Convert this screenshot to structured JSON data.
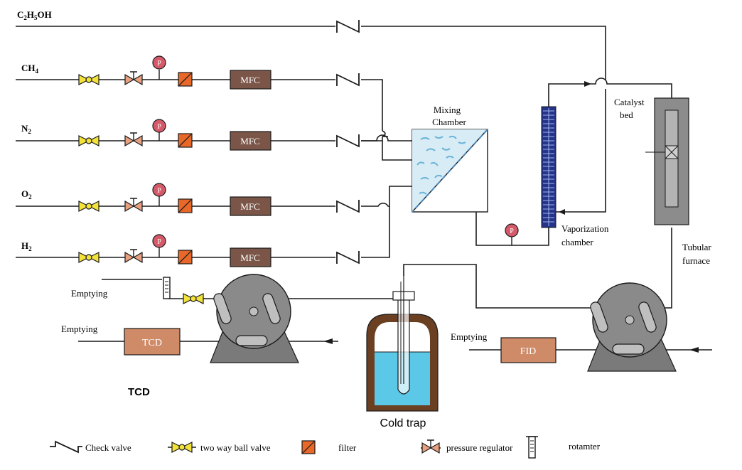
{
  "gases": {
    "c2h5oh": {
      "main": "C",
      "s1": "2",
      "m2": "H",
      "s2": "5",
      "m3": "OH"
    },
    "ch4": {
      "main": "CH",
      "sub": "4"
    },
    "n2": {
      "main": "N",
      "sub": "2"
    },
    "o2": {
      "main": "O",
      "sub": "2"
    },
    "h2": {
      "main": "H",
      "sub": "2"
    }
  },
  "labels": {
    "mfc": "MFC",
    "pressure_symbol": "P",
    "mixing_chamber": [
      "Mixing",
      "Chamber"
    ],
    "catalyst_bed": [
      "Catalyst",
      "bed"
    ],
    "vaporization_chamber": [
      "Vaporization",
      "chamber"
    ],
    "tubular_furnace": [
      "Tubular",
      "furnace"
    ],
    "emptying": "Emptying",
    "tcd": "TCD",
    "fid": "FID",
    "cold_trap": "Cold trap"
  },
  "legend": {
    "check_valve": "Check valve",
    "two_way_ball_valve": "two way ball valve",
    "filter": "filter",
    "pressure_regulator": "pressure regulator",
    "rotameter": "rotamter"
  },
  "colors": {
    "line": "#1a1a1a",
    "ball_valve": "#f2e23a",
    "regulator": "#e8a07e",
    "gauge": "#d45a6a",
    "filter": "#e8682a",
    "mfc": "#7a5548",
    "instrument_box": "#cf8a67",
    "pump": "#8a8a8a",
    "cold_trap_water": "#5cc8e8",
    "vaporizer": "#25348a",
    "furnace": "#8c8c8c"
  }
}
